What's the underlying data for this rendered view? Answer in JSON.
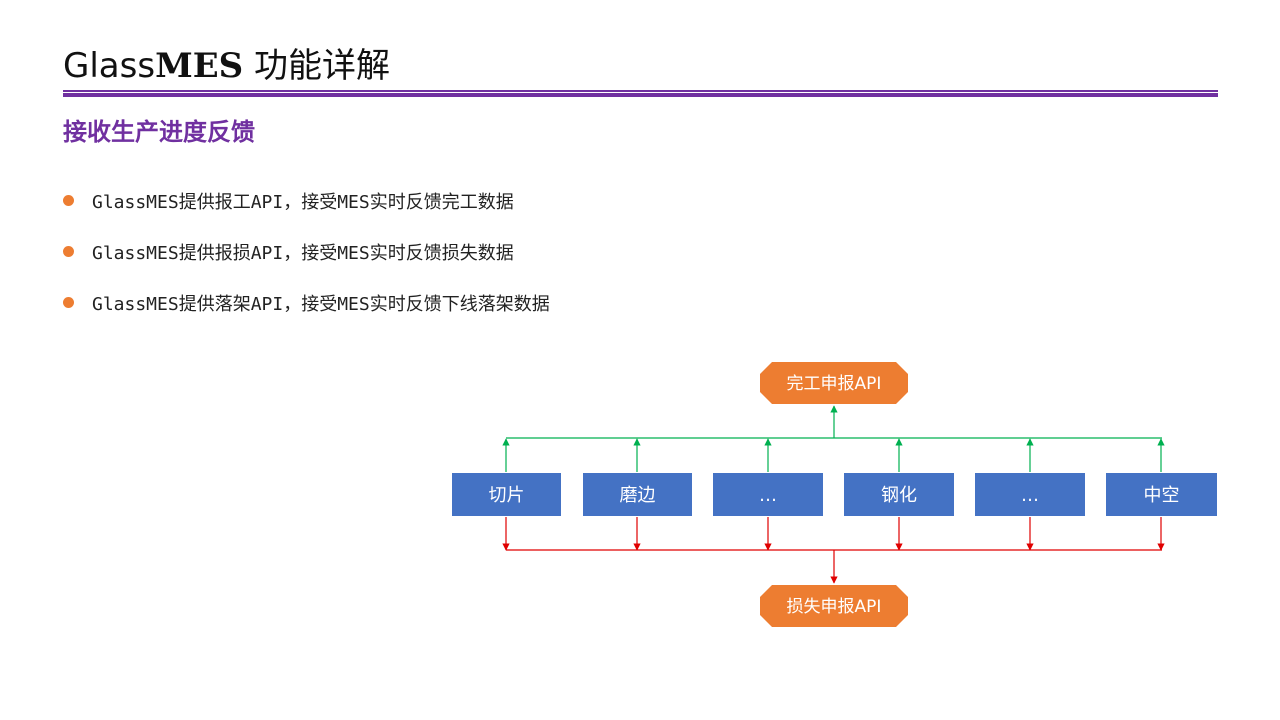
{
  "header": {
    "title_prefix": "Glass",
    "title_brand": "MES",
    "title_suffix": " 功能详解"
  },
  "section": {
    "title": "接收生产进度反馈"
  },
  "bullets": [
    "GlassMES提供报工API，接受MES实时反馈完工数据",
    "GlassMES提供报损API，接受MES实时反馈损失数据",
    "GlassMES提供落架API，接受MES实时反馈下线落架数据"
  ],
  "diagram": {
    "top_api": "完工申报API",
    "bottom_api": "损失申报API",
    "steps": [
      "切片",
      "磨边",
      "…",
      "钢化",
      "…",
      "中空"
    ],
    "colors": {
      "step_fill": "#4472c4",
      "api_fill": "#ed7d31",
      "up_arrow": "#00b050",
      "down_arrow": "#e00000"
    }
  }
}
